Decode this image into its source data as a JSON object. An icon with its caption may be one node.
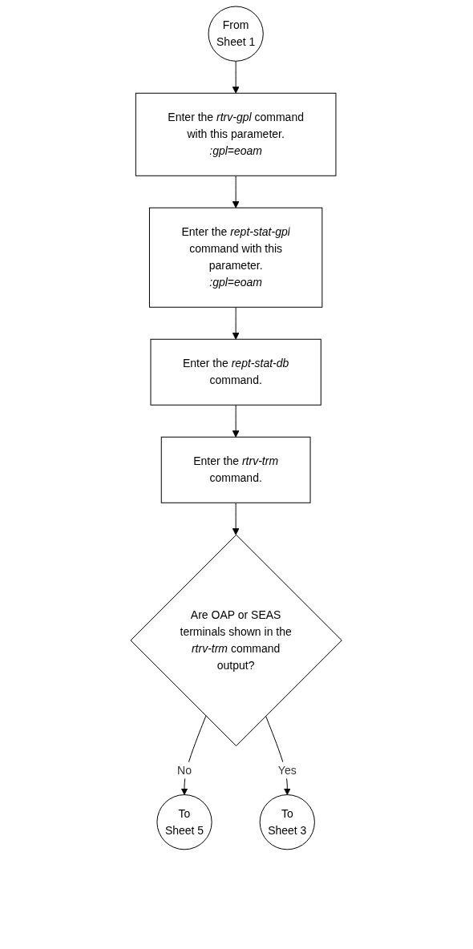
{
  "diagram": {
    "nodes": [
      {
        "text": [
          "From Sheet 1"
        ]
      },
      {
        "text": [
          "Enter the *rtrv-gpl* command with this parameter.",
          "*:gpl=eoam*"
        ]
      },
      {
        "text": [
          "Enter the *rept-stat-gpl* command with this parameter.",
          "*:gpl=eoam*"
        ]
      },
      {
        "text": [
          "Enter the *rept-stat-db* command."
        ]
      },
      {
        "text": [
          "Enter the *rtrv-trm* command."
        ]
      },
      {
        "text": [
          "Are OAP or SEAS terminals shown in the *rtrv-trm* command output?"
        ]
      },
      {
        "text": [
          "To Sheet 5"
        ]
      },
      {
        "text": [
          "To Sheet 3"
        ]
      }
    ],
    "edges": [
      {
        "from": 0,
        "to": 1,
        "arrow": "to"
      },
      {
        "from": 1,
        "to": 2,
        "arrow": "to"
      },
      {
        "from": 2,
        "to": 3,
        "arrow": "to"
      },
      {
        "from": 3,
        "to": 4,
        "arrow": "to"
      },
      {
        "from": 4,
        "to": 5,
        "arrow": "to"
      },
      {
        "from": 5,
        "to": 6,
        "label": "No",
        "arrow": "to"
      },
      {
        "from": 5,
        "to": 7,
        "label": "Yes",
        "arrow": "to"
      }
    ]
  }
}
